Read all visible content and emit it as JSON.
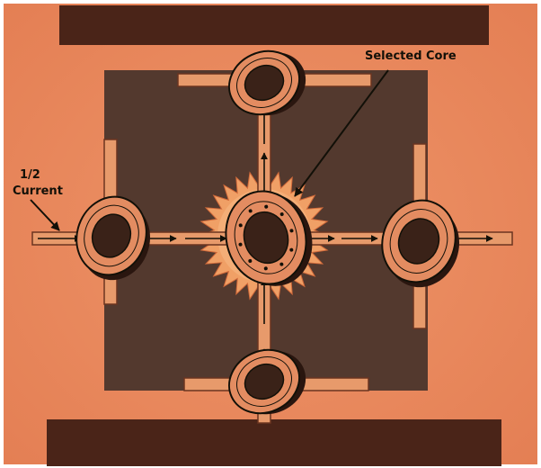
{
  "labels": {
    "selected_core": "Selected Core",
    "half_current_line1": "1/2",
    "half_current_line2": "Current"
  },
  "colors": {
    "paper": "#ea8a5e",
    "inner_square": "#5b3f33",
    "dark_band": "#4a2418",
    "wire": "#e79a6b",
    "ring": "#e38c61",
    "ring_shadow": "#2a160f",
    "glow": "#f0a066",
    "ink": "#121008"
  },
  "icons": {
    "core": "ferrite-core-ring-icon",
    "wire": "drive-wire",
    "glow": "selected-core-glow"
  }
}
